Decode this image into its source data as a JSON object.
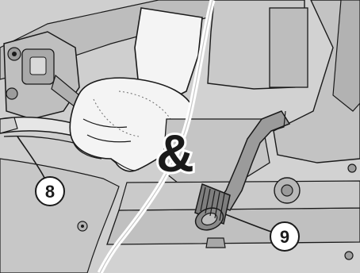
{
  "callouts": [
    {
      "id": "callout-8",
      "label": "8"
    },
    {
      "id": "callout-9",
      "label": "9"
    }
  ],
  "connector_symbol": "&",
  "colors": {
    "panel_fill": "#cfcfcf",
    "panel_shadow": "#b9b9b9",
    "line": "#1a1a1a",
    "glove": "#f4f4f4",
    "divider": "#ffffff",
    "callout_fill": "#ffffff"
  }
}
